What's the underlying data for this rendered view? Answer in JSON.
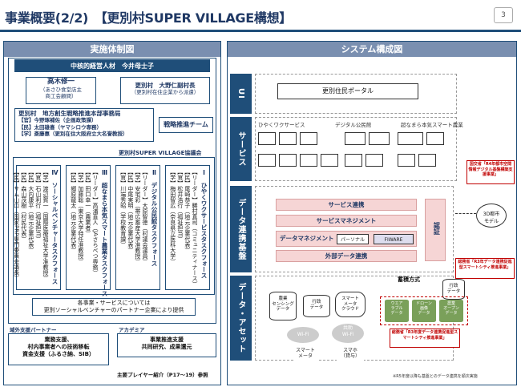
{
  "header": {
    "title": "事業概要(2/2)　【更別村SUPER VILLAGE構想】",
    "page_no": "3"
  },
  "left": {
    "title": "実施体制図",
    "top_name": "中核的経営人材　今井母士子",
    "takagi": "高木修一",
    "takagi_sub": "（あさひ食堂店主\n商工会顧問）",
    "vice_mayor": "更別村　大野仁副村長",
    "vice_mayor_sub": "（更別村在住企業から派遣）",
    "hq": "更別村　地方創生戦略推進本部事務局",
    "hq_members": [
      "【官】今野琢補佐（企画政策課）",
      "【民】太田雄喜（ヤマシロウ専務）",
      "【学】斎藤惠（更別在住大阪府立大名誉教授）"
    ],
    "strategy_team": "戦略推進チーム",
    "council": "更別村SUPER VILLAGE協議会",
    "columns": [
      {
        "title": "Ⅳ　ソーシャルベンチャータスクフォース",
        "members": [
          "【学】渡辺賀一（国際医療福祉大学准教授）",
          "【官】石山利行（福祉担当）",
          "【民】大内康平（地元企業代表）",
          "【民】森山茂樹（村民代表）",
          "【民】サム山口（国家PRP専門委員会議長）"
        ]
      },
      {
        "title": "Ⅲ　超なまら本気スマート農業タスクフォース",
        "members": [
          "【リーダー】高浦直人（JAさらべつ専務）",
          "【民】田口幸一（農業者）",
          "【学】加藤聡（東京大学特任准教授）",
          "【民】郷原龍太（地元企業代表）"
        ]
      },
      {
        "title": "Ⅱ　デジタル公民館タスクフォース",
        "members": [
          "【リーダー】大原智徳（村議会議員）",
          "【学】安宅彩（帯広畜産大学准教授）",
          "【民】中尾実明（地元企業代表）",
          "【官】川端秀昭（学校教育課）"
        ]
      },
      {
        "title": "Ⅰ　ひやくワクサービスタスクフォース",
        "members": [
          "【リーダー】勝村真司（コミュニティナース）",
          "【民】尾崎恭子（地元企業代表）",
          "【官】松井浩行（福祉担当）",
          "【学】梅田智広（奈良県立医科大学）"
        ]
      }
    ],
    "bottom_note": "各事業・サービスについては\n更別ソーシャルベンチャーのパートナー企業により提供",
    "partner_label": "域外支援パートナー",
    "partner_text": "業務支援、\n村内事業者への技術移転\n資金支援（ふるさ納、SIB）",
    "academia_label": "アカデミア",
    "academia_text": "事業推進支援\n共同研究、成果還元",
    "footer": "主要プレイヤー紹介（P17～19）参照"
  },
  "right": {
    "title": "システム構成図",
    "side_labels": [
      "UI",
      "サービス",
      "データ連携基盤",
      "データ・アセット"
    ],
    "portal": "更別住民ポータル",
    "svc_groups": [
      "ひやくワクサービス",
      "デジタル公民館",
      "超なまら本気スマート農業"
    ],
    "layers": [
      "サービス連携",
      "サービスマネジメント",
      "データマネジメント",
      "外部データ連携"
    ],
    "personal": "パーソナル",
    "fiware": "FIWARE",
    "auth": "認証",
    "city_os": "3D都市\nモデル",
    "note_national": "国交省「R4年都市空間情報デジタル基盤構築支援事業」",
    "note_mic1": "総務省「R3年データ連携促進型スマートシティ推進事業」",
    "note_mic2": "総務省「R3年度データ連携促進型スマートシティ推進事業」",
    "storage": "蓄積方式",
    "assets": [
      "農業\nセンシング\nデータ",
      "行政\nデータ",
      "スマート\nメータ\nクラウド",
      "行政\nデータ"
    ],
    "green": [
      "ウエア\nラブル\nデータ",
      "ドローン\n画像\nデータ",
      "農業\nオープン\nデータ"
    ],
    "wifi1": "Wi-Fi",
    "wifi2": "共助\nWi-Fi",
    "smart_meter": "スマート\nメータ",
    "phone": "スマホ\n（貸与）",
    "footnote": "※R5年度以降も基盤とのデータ連携を順次実施"
  }
}
